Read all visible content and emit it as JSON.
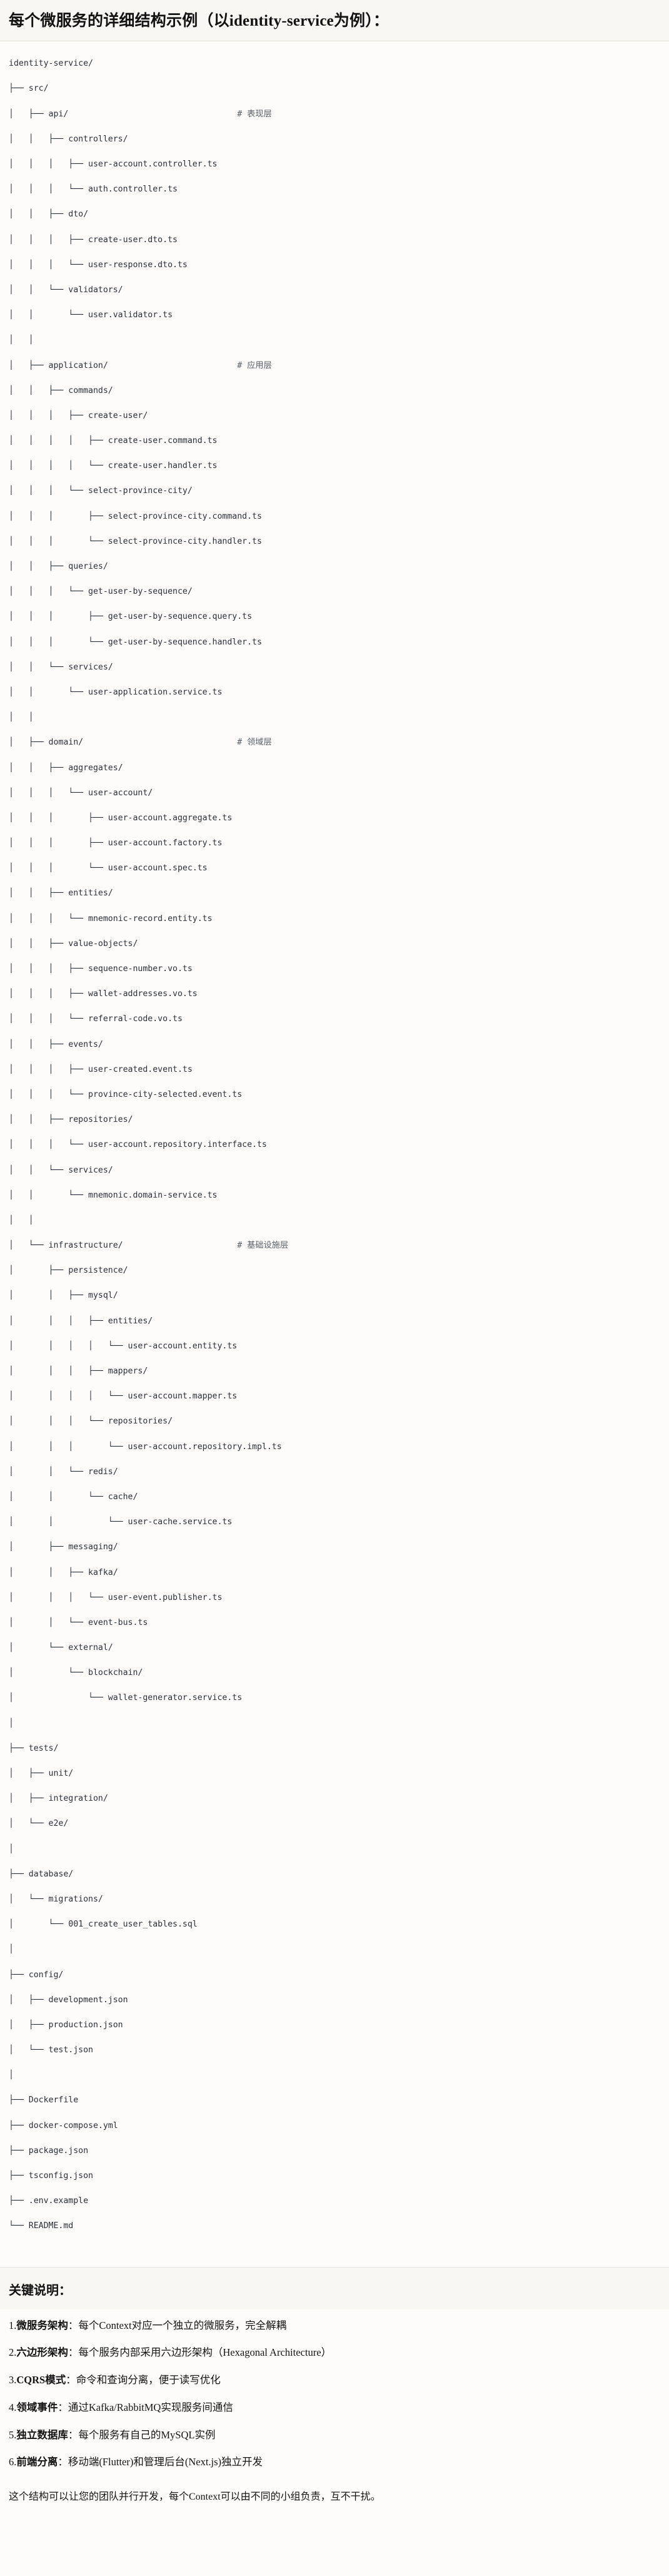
{
  "header": {
    "title": "每个微服务的详细结构示例（以identity-service为例）："
  },
  "tree": {
    "root": "identity-service/",
    "lines": [
      {
        "prefix": "",
        "name": "identity-service/",
        "comment": ""
      },
      {
        "prefix": "├── ",
        "name": "src/",
        "comment": ""
      },
      {
        "prefix": "│   ├── ",
        "name": "api/",
        "comment": "# 表现层"
      },
      {
        "prefix": "│   │   ├── ",
        "name": "controllers/",
        "comment": ""
      },
      {
        "prefix": "│   │   │   ├── ",
        "name": "user-account.controller.ts",
        "comment": ""
      },
      {
        "prefix": "│   │   │   └── ",
        "name": "auth.controller.ts",
        "comment": ""
      },
      {
        "prefix": "│   │   ├── ",
        "name": "dto/",
        "comment": ""
      },
      {
        "prefix": "│   │   │   ├── ",
        "name": "create-user.dto.ts",
        "comment": ""
      },
      {
        "prefix": "│   │   │   └── ",
        "name": "user-response.dto.ts",
        "comment": ""
      },
      {
        "prefix": "│   │   └── ",
        "name": "validators/",
        "comment": ""
      },
      {
        "prefix": "│   │       └── ",
        "name": "user.validator.ts",
        "comment": ""
      },
      {
        "prefix": "│   │",
        "name": "",
        "comment": ""
      },
      {
        "prefix": "│   ├── ",
        "name": "application/",
        "comment": "# 应用层"
      },
      {
        "prefix": "│   │   ├── ",
        "name": "commands/",
        "comment": ""
      },
      {
        "prefix": "│   │   │   ├── ",
        "name": "create-user/",
        "comment": ""
      },
      {
        "prefix": "│   │   │   │   ├── ",
        "name": "create-user.command.ts",
        "comment": ""
      },
      {
        "prefix": "│   │   │   │   └── ",
        "name": "create-user.handler.ts",
        "comment": ""
      },
      {
        "prefix": "│   │   │   └── ",
        "name": "select-province-city/",
        "comment": ""
      },
      {
        "prefix": "│   │   │       ├── ",
        "name": "select-province-city.command.ts",
        "comment": ""
      },
      {
        "prefix": "│   │   │       └── ",
        "name": "select-province-city.handler.ts",
        "comment": ""
      },
      {
        "prefix": "│   │   ├── ",
        "name": "queries/",
        "comment": ""
      },
      {
        "prefix": "│   │   │   └── ",
        "name": "get-user-by-sequence/",
        "comment": ""
      },
      {
        "prefix": "│   │   │       ├── ",
        "name": "get-user-by-sequence.query.ts",
        "comment": ""
      },
      {
        "prefix": "│   │   │       └── ",
        "name": "get-user-by-sequence.handler.ts",
        "comment": ""
      },
      {
        "prefix": "│   │   └── ",
        "name": "services/",
        "comment": ""
      },
      {
        "prefix": "│   │       └── ",
        "name": "user-application.service.ts",
        "comment": ""
      },
      {
        "prefix": "│   │",
        "name": "",
        "comment": ""
      },
      {
        "prefix": "│   ├── ",
        "name": "domain/",
        "comment": "# 领域层"
      },
      {
        "prefix": "│   │   ├── ",
        "name": "aggregates/",
        "comment": ""
      },
      {
        "prefix": "│   │   │   └── ",
        "name": "user-account/",
        "comment": ""
      },
      {
        "prefix": "│   │   │       ├── ",
        "name": "user-account.aggregate.ts",
        "comment": ""
      },
      {
        "prefix": "│   │   │       ├── ",
        "name": "user-account.factory.ts",
        "comment": ""
      },
      {
        "prefix": "│   │   │       └── ",
        "name": "user-account.spec.ts",
        "comment": ""
      },
      {
        "prefix": "│   │   ├── ",
        "name": "entities/",
        "comment": ""
      },
      {
        "prefix": "│   │   │   └── ",
        "name": "mnemonic-record.entity.ts",
        "comment": ""
      },
      {
        "prefix": "│   │   ├── ",
        "name": "value-objects/",
        "comment": ""
      },
      {
        "prefix": "│   │   │   ├── ",
        "name": "sequence-number.vo.ts",
        "comment": ""
      },
      {
        "prefix": "│   │   │   ├── ",
        "name": "wallet-addresses.vo.ts",
        "comment": ""
      },
      {
        "prefix": "│   │   │   └── ",
        "name": "referral-code.vo.ts",
        "comment": ""
      },
      {
        "prefix": "│   │   ├── ",
        "name": "events/",
        "comment": ""
      },
      {
        "prefix": "│   │   │   ├── ",
        "name": "user-created.event.ts",
        "comment": ""
      },
      {
        "prefix": "│   │   │   └── ",
        "name": "province-city-selected.event.ts",
        "comment": ""
      },
      {
        "prefix": "│   │   ├── ",
        "name": "repositories/",
        "comment": ""
      },
      {
        "prefix": "│   │   │   └── ",
        "name": "user-account.repository.interface.ts",
        "comment": ""
      },
      {
        "prefix": "│   │   └── ",
        "name": "services/",
        "comment": ""
      },
      {
        "prefix": "│   │       └── ",
        "name": "mnemonic.domain-service.ts",
        "comment": ""
      },
      {
        "prefix": "│   │",
        "name": "",
        "comment": ""
      },
      {
        "prefix": "│   └── ",
        "name": "infrastructure/",
        "comment": "# 基础设施层"
      },
      {
        "prefix": "│       ├── ",
        "name": "persistence/",
        "comment": ""
      },
      {
        "prefix": "│       │   ├── ",
        "name": "mysql/",
        "comment": ""
      },
      {
        "prefix": "│       │   │   ├── ",
        "name": "entities/",
        "comment": ""
      },
      {
        "prefix": "│       │   │   │   └── ",
        "name": "user-account.entity.ts",
        "comment": ""
      },
      {
        "prefix": "│       │   │   ├── ",
        "name": "mappers/",
        "comment": ""
      },
      {
        "prefix": "│       │   │   │   └── ",
        "name": "user-account.mapper.ts",
        "comment": ""
      },
      {
        "prefix": "│       │   │   └── ",
        "name": "repositories/",
        "comment": ""
      },
      {
        "prefix": "│       │   │       └── ",
        "name": "user-account.repository.impl.ts",
        "comment": ""
      },
      {
        "prefix": "│       │   └── ",
        "name": "redis/",
        "comment": ""
      },
      {
        "prefix": "│       │       └── ",
        "name": "cache/",
        "comment": ""
      },
      {
        "prefix": "│       │           └── ",
        "name": "user-cache.service.ts",
        "comment": ""
      },
      {
        "prefix": "│       ├── ",
        "name": "messaging/",
        "comment": ""
      },
      {
        "prefix": "│       │   ├── ",
        "name": "kafka/",
        "comment": ""
      },
      {
        "prefix": "│       │   │   └── ",
        "name": "user-event.publisher.ts",
        "comment": ""
      },
      {
        "prefix": "│       │   └── ",
        "name": "event-bus.ts",
        "comment": ""
      },
      {
        "prefix": "│       └── ",
        "name": "external/",
        "comment": ""
      },
      {
        "prefix": "│           └── ",
        "name": "blockchain/",
        "comment": ""
      },
      {
        "prefix": "│               └── ",
        "name": "wallet-generator.service.ts",
        "comment": ""
      },
      {
        "prefix": "│",
        "name": "",
        "comment": ""
      },
      {
        "prefix": "├── ",
        "name": "tests/",
        "comment": ""
      },
      {
        "prefix": "│   ├── ",
        "name": "unit/",
        "comment": ""
      },
      {
        "prefix": "│   ├── ",
        "name": "integration/",
        "comment": ""
      },
      {
        "prefix": "│   └── ",
        "name": "e2e/",
        "comment": ""
      },
      {
        "prefix": "│",
        "name": "",
        "comment": ""
      },
      {
        "prefix": "├── ",
        "name": "database/",
        "comment": ""
      },
      {
        "prefix": "│   └── ",
        "name": "migrations/",
        "comment": ""
      },
      {
        "prefix": "│       └── ",
        "name": "001_create_user_tables.sql",
        "comment": ""
      },
      {
        "prefix": "│",
        "name": "",
        "comment": ""
      },
      {
        "prefix": "├── ",
        "name": "config/",
        "comment": ""
      },
      {
        "prefix": "│   ├── ",
        "name": "development.json",
        "comment": ""
      },
      {
        "prefix": "│   ├── ",
        "name": "production.json",
        "comment": ""
      },
      {
        "prefix": "│   └── ",
        "name": "test.json",
        "comment": ""
      },
      {
        "prefix": "│",
        "name": "",
        "comment": ""
      },
      {
        "prefix": "├── ",
        "name": "Dockerfile",
        "comment": ""
      },
      {
        "prefix": "├── ",
        "name": "docker-compose.yml",
        "comment": ""
      },
      {
        "prefix": "├── ",
        "name": "package.json",
        "comment": ""
      },
      {
        "prefix": "├── ",
        "name": "tsconfig.json",
        "comment": ""
      },
      {
        "prefix": "├── ",
        "name": ".env.example",
        "comment": ""
      },
      {
        "prefix": "└── ",
        "name": "README.md",
        "comment": ""
      }
    ]
  },
  "notes": {
    "title": "关键说明：",
    "items": [
      {
        "num": "1.",
        "term": "微服务架构",
        "sep": "：",
        "desc": "每个Context对应一个独立的微服务，完全解耦"
      },
      {
        "num": "2.",
        "term": "六边形架构",
        "sep": "：",
        "desc": "每个服务内部采用六边形架构（Hexagonal Architecture）"
      },
      {
        "num": "3.",
        "term": "CQRS模式",
        "sep": "：",
        "desc": "命令和查询分离，便于读写优化"
      },
      {
        "num": "4.",
        "term": "领域事件",
        "sep": "：",
        "desc": "通过Kafka/RabbitMQ实现服务间通信"
      },
      {
        "num": "5.",
        "term": "独立数据库",
        "sep": "：",
        "desc": "每个服务有自己的MySQL实例"
      },
      {
        "num": "6.",
        "term": "前端分离",
        "sep": "：",
        "desc": "移动端(Flutter)和管理后台(Next.js)独立开发"
      }
    ],
    "closing": "这个结构可以让您的团队并行开发，每个Context可以由不同的小组负责，互不干扰。"
  }
}
